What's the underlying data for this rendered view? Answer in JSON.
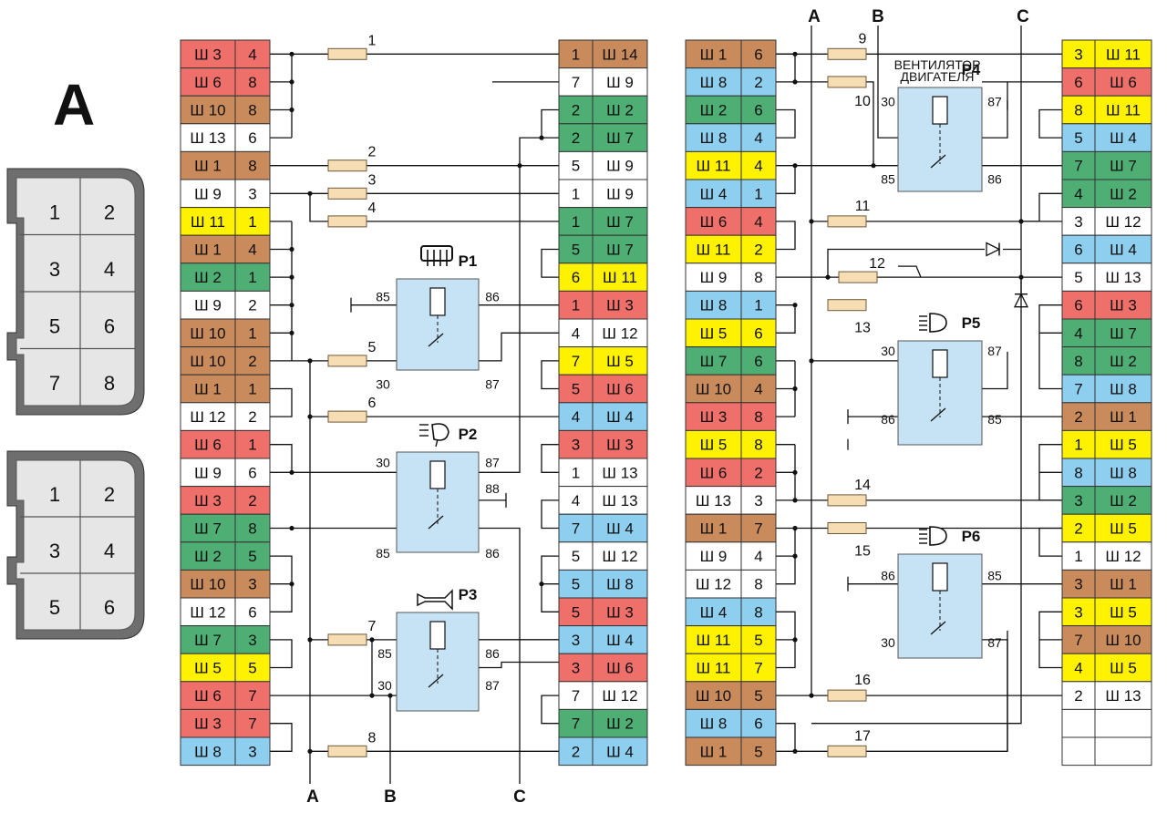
{
  "title": "A",
  "bus_labels": [
    "A",
    "B",
    "C"
  ],
  "palette": {
    "red": "#ef6f6a",
    "brown": "#c98a5c",
    "white": "#ffffff",
    "yellow": "#fff200",
    "green": "#4fae74",
    "blue": "#8ecfef"
  },
  "connector_8pin": {
    "pins": [
      "1",
      "2",
      "3",
      "4",
      "5",
      "6",
      "7",
      "8"
    ]
  },
  "connector_6pin": {
    "pins": [
      "1",
      "2",
      "3",
      "4",
      "5",
      "6"
    ]
  },
  "terminals_left": [
    {
      "label": "Ш 3",
      "num": "4",
      "color": "red"
    },
    {
      "label": "Ш 6",
      "num": "8",
      "color": "red"
    },
    {
      "label": "Ш 10",
      "num": "8",
      "color": "brown"
    },
    {
      "label": "Ш 13",
      "num": "6",
      "color": "white"
    },
    {
      "label": "Ш 1",
      "num": "8",
      "color": "brown"
    },
    {
      "label": "Ш 9",
      "num": "3",
      "color": "white"
    },
    {
      "label": "Ш 11",
      "num": "1",
      "color": "yellow"
    },
    {
      "label": "Ш 1",
      "num": "4",
      "color": "brown"
    },
    {
      "label": "Ш 2",
      "num": "1",
      "color": "green"
    },
    {
      "label": "Ш 9",
      "num": "2",
      "color": "white"
    },
    {
      "label": "Ш 10",
      "num": "1",
      "color": "brown"
    },
    {
      "label": "Ш 10",
      "num": "2",
      "color": "brown"
    },
    {
      "label": "Ш 1",
      "num": "1",
      "color": "brown"
    },
    {
      "label": "Ш 12",
      "num": "2",
      "color": "white"
    },
    {
      "label": "Ш 6",
      "num": "1",
      "color": "red"
    },
    {
      "label": "Ш 9",
      "num": "6",
      "color": "white"
    },
    {
      "label": "Ш 3",
      "num": "2",
      "color": "red"
    },
    {
      "label": "Ш 7",
      "num": "8",
      "color": "green"
    },
    {
      "label": "Ш 2",
      "num": "5",
      "color": "green"
    },
    {
      "label": "Ш 10",
      "num": "3",
      "color": "brown"
    },
    {
      "label": "Ш 12",
      "num": "6",
      "color": "white"
    },
    {
      "label": "Ш 7",
      "num": "3",
      "color": "green"
    },
    {
      "label": "Ш 5",
      "num": "5",
      "color": "yellow"
    },
    {
      "label": "Ш 6",
      "num": "7",
      "color": "red"
    },
    {
      "label": "Ш 3",
      "num": "7",
      "color": "red"
    },
    {
      "label": "Ш 8",
      "num": "3",
      "color": "blue"
    }
  ],
  "terminals_mid": [
    {
      "num": "1",
      "label": "Ш 14",
      "color": "brown"
    },
    {
      "num": "7",
      "label": "Ш 9",
      "color": "white"
    },
    {
      "num": "2",
      "label": "Ш 2",
      "color": "green"
    },
    {
      "num": "2",
      "label": "Ш 7",
      "color": "green"
    },
    {
      "num": "5",
      "label": "Ш 9",
      "color": "white"
    },
    {
      "num": "1",
      "label": "Ш 9",
      "color": "white"
    },
    {
      "num": "1",
      "label": "Ш 7",
      "color": "green"
    },
    {
      "num": "5",
      "label": "Ш 7",
      "color": "green"
    },
    {
      "num": "6",
      "label": "Ш 11",
      "color": "yellow"
    },
    {
      "num": "1",
      "label": "Ш 3",
      "color": "red"
    },
    {
      "num": "4",
      "label": "Ш 12",
      "color": "white"
    },
    {
      "num": "7",
      "label": "Ш 5",
      "color": "yellow"
    },
    {
      "num": "5",
      "label": "Ш 6",
      "color": "red"
    },
    {
      "num": "4",
      "label": "Ш 4",
      "color": "blue"
    },
    {
      "num": "3",
      "label": "Ш 3",
      "color": "red"
    },
    {
      "num": "1",
      "label": "Ш 13",
      "color": "white"
    },
    {
      "num": "4",
      "label": "Ш 13",
      "color": "white"
    },
    {
      "num": "7",
      "label": "Ш 4",
      "color": "blue"
    },
    {
      "num": "5",
      "label": "Ш 12",
      "color": "white"
    },
    {
      "num": "5",
      "label": "Ш 8",
      "color": "blue"
    },
    {
      "num": "5",
      "label": "Ш 3",
      "color": "red"
    },
    {
      "num": "3",
      "label": "Ш 4",
      "color": "blue"
    },
    {
      "num": "3",
      "label": "Ш 6",
      "color": "red"
    },
    {
      "num": "7",
      "label": "Ш 12",
      "color": "white"
    },
    {
      "num": "7",
      "label": "Ш 2",
      "color": "green"
    },
    {
      "num": "2",
      "label": "Ш 4",
      "color": "blue"
    }
  ],
  "terminals_rl": [
    {
      "label": "Ш 1",
      "num": "6",
      "color": "brown"
    },
    {
      "label": "Ш 8",
      "num": "2",
      "color": "blue"
    },
    {
      "label": "Ш 2",
      "num": "6",
      "color": "green"
    },
    {
      "label": "Ш 8",
      "num": "4",
      "color": "blue"
    },
    {
      "label": "Ш 11",
      "num": "4",
      "color": "yellow"
    },
    {
      "label": "Ш 4",
      "num": "1",
      "color": "blue"
    },
    {
      "label": "Ш 6",
      "num": "4",
      "color": "red"
    },
    {
      "label": "Ш 11",
      "num": "2",
      "color": "yellow"
    },
    {
      "label": "Ш 9",
      "num": "8",
      "color": "white"
    },
    {
      "label": "Ш 8",
      "num": "1",
      "color": "blue"
    },
    {
      "label": "Ш 5",
      "num": "6",
      "color": "yellow"
    },
    {
      "label": "Ш 7",
      "num": "6",
      "color": "green"
    },
    {
      "label": "Ш 10",
      "num": "4",
      "color": "brown"
    },
    {
      "label": "Ш 3",
      "num": "8",
      "color": "red"
    },
    {
      "label": "Ш 5",
      "num": "8",
      "color": "yellow"
    },
    {
      "label": "Ш 6",
      "num": "2",
      "color": "red"
    },
    {
      "label": "Ш 13",
      "num": "3",
      "color": "white"
    },
    {
      "label": "Ш 1",
      "num": "7",
      "color": "brown"
    },
    {
      "label": "Ш 9",
      "num": "4",
      "color": "white"
    },
    {
      "label": "Ш 12",
      "num": "8",
      "color": "white"
    },
    {
      "label": "Ш 4",
      "num": "8",
      "color": "blue"
    },
    {
      "label": "Ш 11",
      "num": "5",
      "color": "yellow"
    },
    {
      "label": "Ш 11",
      "num": "7",
      "color": "yellow"
    },
    {
      "label": "Ш 10",
      "num": "5",
      "color": "brown"
    },
    {
      "label": "Ш 8",
      "num": "6",
      "color": "blue"
    },
    {
      "label": "Ш 1",
      "num": "5",
      "color": "brown"
    }
  ],
  "terminals_rr": [
    {
      "num": "3",
      "label": "Ш 11",
      "color": "yellow"
    },
    {
      "num": "6",
      "label": "Ш 6",
      "color": "red"
    },
    {
      "num": "8",
      "label": "Ш 11",
      "color": "yellow"
    },
    {
      "num": "5",
      "label": "Ш 4",
      "color": "blue"
    },
    {
      "num": "7",
      "label": "Ш 7",
      "color": "green"
    },
    {
      "num": "4",
      "label": "Ш 2",
      "color": "green"
    },
    {
      "num": "3",
      "label": "Ш 12",
      "color": "white"
    },
    {
      "num": "6",
      "label": "Ш 4",
      "color": "blue"
    },
    {
      "num": "5",
      "label": "Ш 13",
      "color": "white"
    },
    {
      "num": "6",
      "label": "Ш 3",
      "color": "red"
    },
    {
      "num": "4",
      "label": "Ш 7",
      "color": "green"
    },
    {
      "num": "8",
      "label": "Ш 2",
      "color": "green"
    },
    {
      "num": "7",
      "label": "Ш 8",
      "color": "blue"
    },
    {
      "num": "2",
      "label": "Ш 1",
      "color": "brown"
    },
    {
      "num": "1",
      "label": "Ш 5",
      "color": "yellow"
    },
    {
      "num": "8",
      "label": "Ш 8",
      "color": "blue"
    },
    {
      "num": "3",
      "label": "Ш 2",
      "color": "green"
    },
    {
      "num": "2",
      "label": "Ш 5",
      "color": "yellow"
    },
    {
      "num": "1",
      "label": "Ш 12",
      "color": "white"
    },
    {
      "num": "3",
      "label": "Ш 1",
      "color": "brown"
    },
    {
      "num": "3",
      "label": "Ш 5",
      "color": "yellow"
    },
    {
      "num": "7",
      "label": "Ш 10",
      "color": "brown"
    },
    {
      "num": "4",
      "label": "Ш 5",
      "color": "yellow"
    },
    {
      "num": "2",
      "label": "Ш 13",
      "color": "white"
    },
    {
      "num": "",
      "label": "",
      "color": "white"
    },
    {
      "num": "",
      "label": "",
      "color": "white"
    }
  ],
  "fuses": [
    "1",
    "2",
    "3",
    "4",
    "5",
    "6",
    "7",
    "8",
    "9",
    "10",
    "11",
    "12",
    "13",
    "14",
    "15",
    "16",
    "17"
  ],
  "relays": [
    {
      "id": "P1",
      "icon": "rear-window-heater-icon",
      "pins": [
        "85",
        "86",
        "30",
        "87"
      ]
    },
    {
      "id": "P2",
      "icon": "washer-icon",
      "pins": [
        "30",
        "87",
        "88",
        "85",
        "86"
      ]
    },
    {
      "id": "P3",
      "icon": "horn-icon",
      "pins": [
        "85",
        "86",
        "30",
        "87"
      ]
    },
    {
      "id": "P4",
      "caption1": "ВЕНТИЛЯТОР",
      "caption2": "ДВИГАТЕЛЯ",
      "pins": [
        "30",
        "87",
        "85",
        "86"
      ]
    },
    {
      "id": "P5",
      "icon": "high-beam-icon",
      "pins": [
        "30",
        "87",
        "86",
        "85"
      ]
    },
    {
      "id": "P6",
      "icon": "low-beam-icon",
      "pins": [
        "86",
        "85",
        "30",
        "87"
      ]
    }
  ]
}
